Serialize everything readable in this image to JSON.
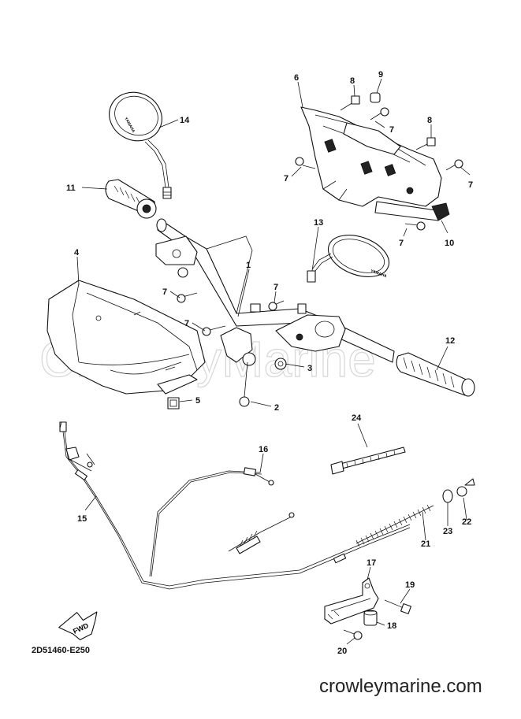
{
  "diagram": {
    "watermark": "CrowleyMarine",
    "callouts": [
      "1",
      "2",
      "3",
      "4",
      "5",
      "6",
      "7",
      "8",
      "9",
      "10",
      "11",
      "12",
      "13",
      "14",
      "15",
      "16",
      "17",
      "18",
      "19",
      "20",
      "21",
      "22",
      "23",
      "24"
    ],
    "fwd_label": "FWD",
    "mirror_brand": "YAMAHA",
    "code": "2D51460-E250",
    "site": "crowleymarine.com"
  }
}
